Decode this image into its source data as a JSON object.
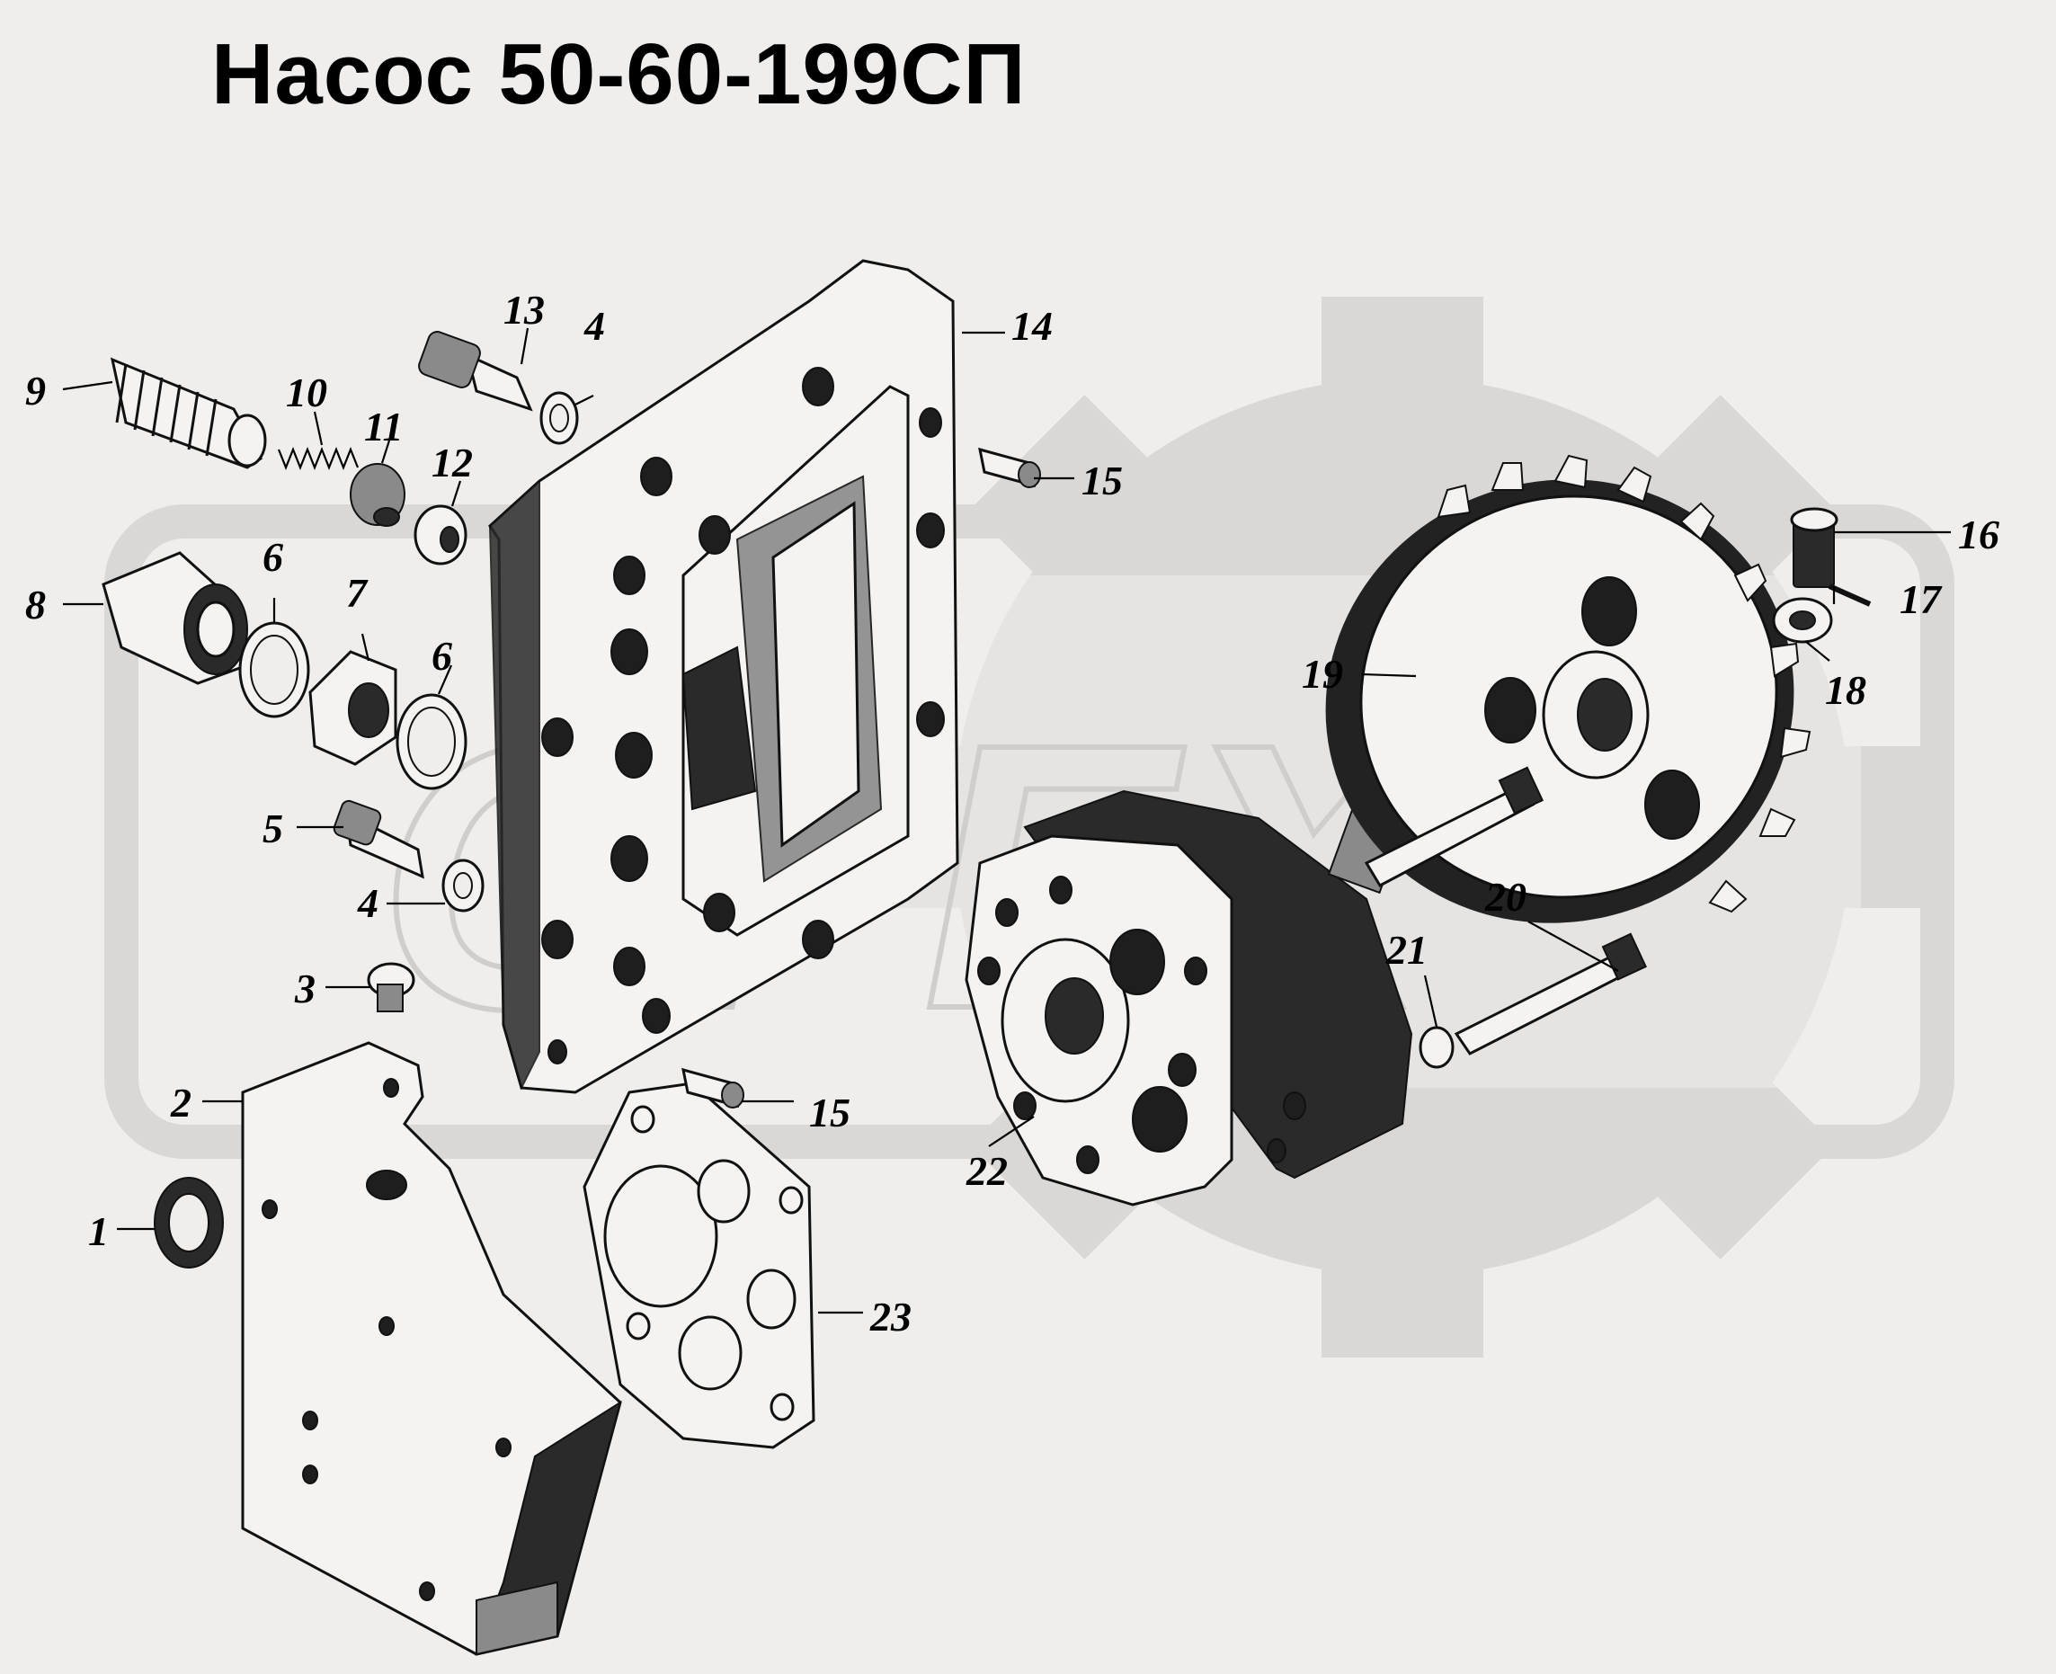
{
  "title": "Насос 50-60-199СП",
  "colors": {
    "background": "#efeeec",
    "watermark": "#d9d8d6",
    "ink": "#111111"
  },
  "callouts": [
    {
      "id": "c1",
      "text": "1"
    },
    {
      "id": "c2",
      "text": "2"
    },
    {
      "id": "c3",
      "text": "3"
    },
    {
      "id": "c4a",
      "text": "4"
    },
    {
      "id": "c4b",
      "text": "4"
    },
    {
      "id": "c5",
      "text": "5"
    },
    {
      "id": "c6a",
      "text": "6"
    },
    {
      "id": "c6b",
      "text": "6"
    },
    {
      "id": "c7",
      "text": "7"
    },
    {
      "id": "c8",
      "text": "8"
    },
    {
      "id": "c9",
      "text": "9"
    },
    {
      "id": "c10",
      "text": "10"
    },
    {
      "id": "c11",
      "text": "11"
    },
    {
      "id": "c12",
      "text": "12"
    },
    {
      "id": "c13",
      "text": "13"
    },
    {
      "id": "c14",
      "text": "14"
    },
    {
      "id": "c15a",
      "text": "15"
    },
    {
      "id": "c15b",
      "text": "15"
    },
    {
      "id": "c16",
      "text": "16"
    },
    {
      "id": "c17",
      "text": "17"
    },
    {
      "id": "c18",
      "text": "18"
    },
    {
      "id": "c19",
      "text": "19"
    },
    {
      "id": "c20",
      "text": "20"
    },
    {
      "id": "c21",
      "text": "21"
    },
    {
      "id": "c22",
      "text": "22"
    },
    {
      "id": "c23",
      "text": "23"
    }
  ]
}
